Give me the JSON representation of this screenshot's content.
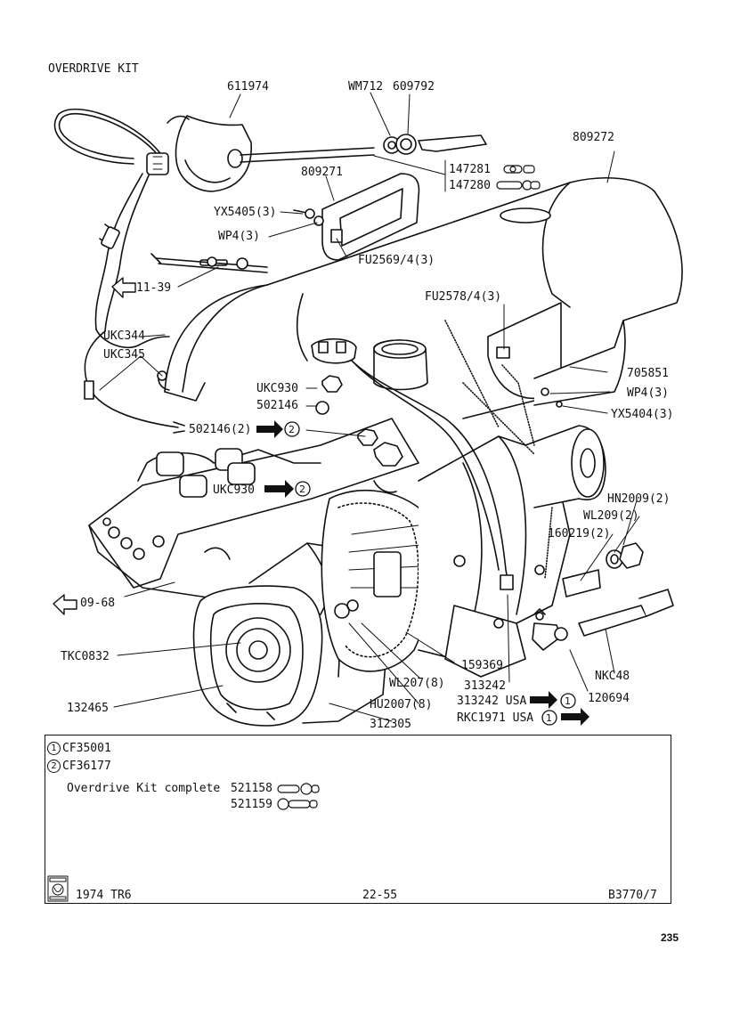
{
  "page_title": "OVERDRIVE KIT",
  "part_labels": {
    "p611974": "611974",
    "wm712": "WM712",
    "p609792": "609792",
    "p809272": "809272",
    "p147281": "147281",
    "p147280": "147280",
    "p809271": "809271",
    "yx5405": "YX5405(3)",
    "wp4_top": "WP4(3)",
    "fu2569": "FU2569/4(3)",
    "ref_1139": "11-39",
    "fu2578": "FU2578/4(3)",
    "ukc344": "UKC344",
    "ukc345": "UKC345",
    "p705851": "705851",
    "wp4_right": "WP4(3)",
    "yx5404": "YX5404(3)",
    "ukc930_top": "UKC930",
    "p502146": "502146",
    "p502146_2": "502146(2)",
    "ukc930_mid": "UKC930",
    "hn2009": "HN2009(2)",
    "wl209": "WL209(2)",
    "p160219": "160219(2)",
    "ref_0968": "09-68",
    "tkc0832": "TKC0832",
    "p159369": "159369",
    "nkc48": "NKC48",
    "wl207": "WL207(8)",
    "p313242": "313242",
    "p313242_usa": "313242 USA",
    "p120694": "120694",
    "p132465": "132465",
    "hu2007": "HU2007(8)",
    "rkc1971_usa": "RKC1971  USA",
    "p312305": "312305"
  },
  "circle_marks": {
    "one": "1",
    "two": "2"
  },
  "footnotes": {
    "cf35001": "CF35001",
    "cf36177": "CF36177",
    "kit_label": "Overdrive Kit complete",
    "kit_part_1": "521158",
    "kit_part_2": "521159"
  },
  "footer": {
    "vehicle": "1974 TR6",
    "page_ref": "22-55",
    "catalog_ref": "B3770/7"
  },
  "page_number": "235",
  "icons": [
    "british-leyland-logo-icon",
    "bolt-symbol-icon",
    "arrow-right-icon",
    "arrow-left-outline-icon"
  ]
}
